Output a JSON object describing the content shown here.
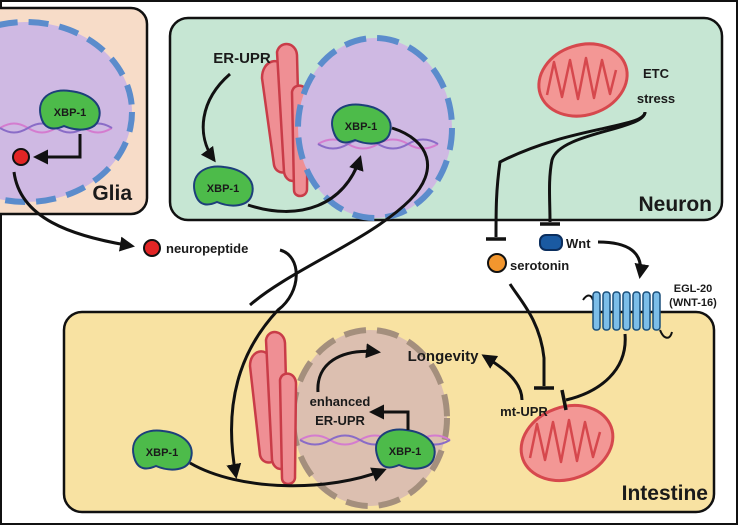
{
  "cells": {
    "glia": "Glia",
    "neuron": "Neuron",
    "intestine": "Intestine"
  },
  "labels": {
    "xbp1": "XBP-1",
    "er_upr": "ER-UPR",
    "etc_line1": "ETC",
    "etc_line2": "stress",
    "neuropeptide": "neuropeptide",
    "serotonin": "serotonin",
    "wnt": "Wnt",
    "egl20_line1": "EGL-20",
    "egl20_line2": "(WNT-16)",
    "longevity": "Longevity",
    "enhanced_line1": "enhanced",
    "enhanced_line2": "ER-UPR",
    "mt_upr": "mt-UPR"
  },
  "colors": {
    "glia_bg": "#f7dcc8",
    "neuron_bg": "#c6e6d3",
    "intestine_bg": "#f8e2a2",
    "nucleus_fill": "#cfb9e3",
    "nucleus_dash": "#5b8ccc",
    "intestine_nucleus_fill": "#dcbfb0",
    "intestine_nucleus_dash": "#a48f7d",
    "xbp1_green": "#4dbb4a",
    "er_pink": "#ef8f94",
    "mito_fill": "#f39795",
    "mito_outline": "#d6484d",
    "neuropeptide_red": "#e22525",
    "serotonin_orange": "#f2962e",
    "wnt_blue": "#1a5aa2",
    "receptor_blue": "#7dbee9"
  }
}
